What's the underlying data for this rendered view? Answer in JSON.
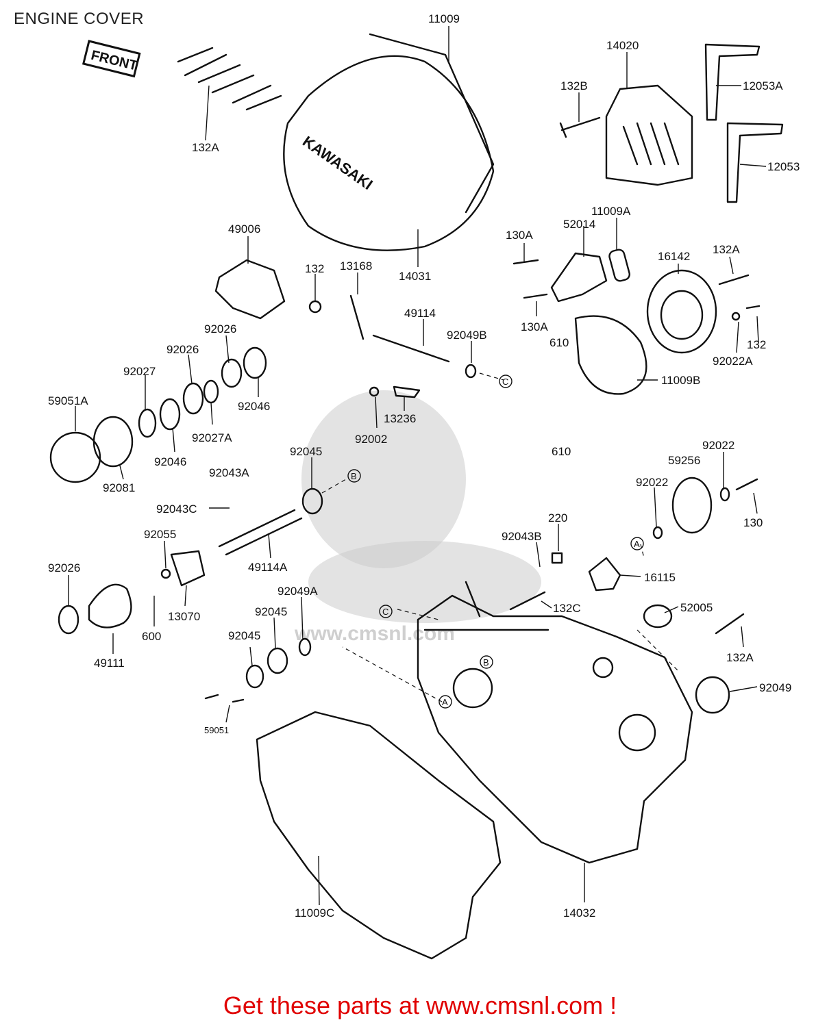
{
  "page": {
    "title": "ENGINE COVER"
  },
  "stamp": {
    "front": "FRONT"
  },
  "parts": [
    {
      "key": "p11009",
      "label": "11009"
    },
    {
      "key": "p14020",
      "label": "14020"
    },
    {
      "key": "p12053A",
      "label": "12053A"
    },
    {
      "key": "p132B",
      "label": "132B"
    },
    {
      "key": "p12053",
      "label": "12053"
    },
    {
      "key": "p132A_1",
      "label": "132A"
    },
    {
      "key": "p49006",
      "label": "49006"
    },
    {
      "key": "p14031",
      "label": "14031"
    },
    {
      "key": "p11009A",
      "label": "11009A"
    },
    {
      "key": "p130A_1",
      "label": "130A"
    },
    {
      "key": "p52014",
      "label": "52014"
    },
    {
      "key": "p16142",
      "label": "16142"
    },
    {
      "key": "p132A_2",
      "label": "132A"
    },
    {
      "key": "p132_1",
      "label": "132"
    },
    {
      "key": "p13168",
      "label": "13168"
    },
    {
      "key": "p49114",
      "label": "49114"
    },
    {
      "key": "p92049B",
      "label": "92049B"
    },
    {
      "key": "p130A_2",
      "label": "130A"
    },
    {
      "key": "p610_1",
      "label": "610"
    },
    {
      "key": "p132_2",
      "label": "132"
    },
    {
      "key": "p92022A",
      "label": "92022A"
    },
    {
      "key": "p92026_1",
      "label": "92026"
    },
    {
      "key": "p92026_2",
      "label": "92026"
    },
    {
      "key": "p92027",
      "label": "92027"
    },
    {
      "key": "p11009B",
      "label": "11009B"
    },
    {
      "key": "p59051A",
      "label": "59051A"
    },
    {
      "key": "p92046_1",
      "label": "92046"
    },
    {
      "key": "p13236",
      "label": "13236"
    },
    {
      "key": "p92027A",
      "label": "92027A"
    },
    {
      "key": "p92002",
      "label": "92002"
    },
    {
      "key": "p610_2",
      "label": "610"
    },
    {
      "key": "p92022_1",
      "label": "92022"
    },
    {
      "key": "p92046_2",
      "label": "92046"
    },
    {
      "key": "p92045_1",
      "label": "92045"
    },
    {
      "key": "p59256",
      "label": "59256"
    },
    {
      "key": "p92043A",
      "label": "92043A"
    },
    {
      "key": "p92081",
      "label": "92081"
    },
    {
      "key": "p92022_2",
      "label": "92022"
    },
    {
      "key": "p130",
      "label": "130"
    },
    {
      "key": "p92043C",
      "label": "92043C"
    },
    {
      "key": "p220",
      "label": "220"
    },
    {
      "key": "p92055",
      "label": "92055"
    },
    {
      "key": "p92043B",
      "label": "92043B"
    },
    {
      "key": "p49114A",
      "label": "49114A"
    },
    {
      "key": "p92026_3",
      "label": "92026"
    },
    {
      "key": "p16115",
      "label": "16115"
    },
    {
      "key": "p92049A",
      "label": "92049A"
    },
    {
      "key": "p13070",
      "label": "13070"
    },
    {
      "key": "p132C",
      "label": "132C"
    },
    {
      "key": "p92045_2",
      "label": "92045"
    },
    {
      "key": "p52005",
      "label": "52005"
    },
    {
      "key": "p600",
      "label": "600"
    },
    {
      "key": "p92045_3",
      "label": "92045"
    },
    {
      "key": "p49111",
      "label": "49111"
    },
    {
      "key": "p132A_3",
      "label": "132A"
    },
    {
      "key": "p92049",
      "label": "92049"
    },
    {
      "key": "p59051",
      "label": "59051"
    },
    {
      "key": "p11009C",
      "label": "11009C"
    },
    {
      "key": "p14032",
      "label": "14032"
    }
  ],
  "ref_markers": [
    {
      "key": "mB1",
      "label": "B"
    },
    {
      "key": "mC1",
      "label": "C"
    },
    {
      "key": "mA1",
      "label": "A"
    },
    {
      "key": "mC2",
      "label": "C"
    },
    {
      "key": "mB2",
      "label": "B"
    },
    {
      "key": "mA2",
      "label": "A"
    }
  ],
  "watermark": {
    "text": "www.cmsnl.com"
  },
  "footer": {
    "cta": "Get these parts at www.cmsnl.com !"
  },
  "colors": {
    "cta": "#e00000",
    "ink": "#111111",
    "watermark": "#cccccc"
  }
}
